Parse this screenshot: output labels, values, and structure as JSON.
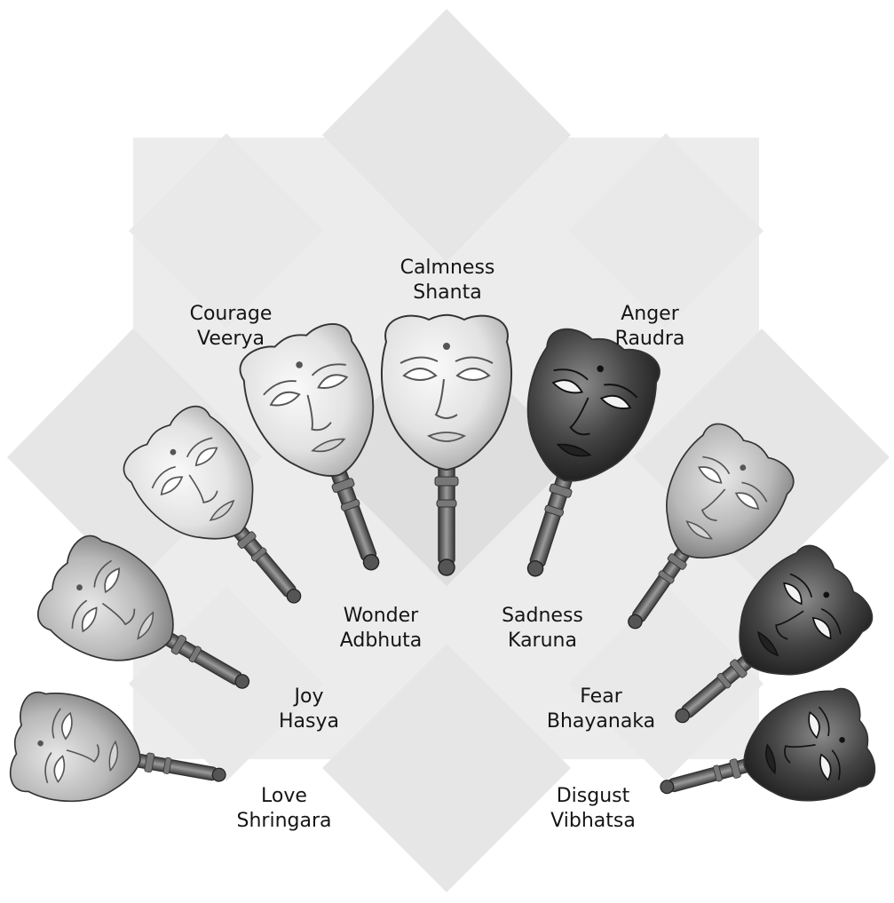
{
  "colors": {
    "background": "#ffffff",
    "diamond_fill": "#e6e6e6",
    "text": "#151515",
    "mask_light": "#ededed",
    "mask_mid": "#bdbdbd",
    "mask_dark": "#3f3f3f",
    "handle": "#6a6a6a"
  },
  "rasas": [
    {
      "emotion": "Calmness",
      "sanskrit": "Shanta",
      "tone": "light",
      "mask_icon": "serene-mask-icon"
    },
    {
      "emotion": "Courage",
      "sanskrit": "Veerya",
      "tone": "light",
      "mask_icon": "brave-mask-icon"
    },
    {
      "emotion": "Anger",
      "sanskrit": "Raudra",
      "tone": "dark",
      "mask_icon": "angry-mask-icon"
    },
    {
      "emotion": "Wonder",
      "sanskrit": "Adbhuta",
      "tone": "light",
      "mask_icon": "wonder-mask-icon"
    },
    {
      "emotion": "Sadness",
      "sanskrit": "Karuna",
      "tone": "mid",
      "mask_icon": "sad-mask-icon"
    },
    {
      "emotion": "Joy",
      "sanskrit": "Hasya",
      "tone": "mid",
      "mask_icon": "joy-mask-icon"
    },
    {
      "emotion": "Fear",
      "sanskrit": "Bhayanaka",
      "tone": "dark",
      "mask_icon": "fear-mask-icon"
    },
    {
      "emotion": "Love",
      "sanskrit": "Shringara",
      "tone": "mid",
      "mask_icon": "love-mask-icon"
    },
    {
      "emotion": "Disgust",
      "sanskrit": "Vibhatsa",
      "tone": "dark",
      "mask_icon": "disgust-mask-icon"
    }
  ]
}
